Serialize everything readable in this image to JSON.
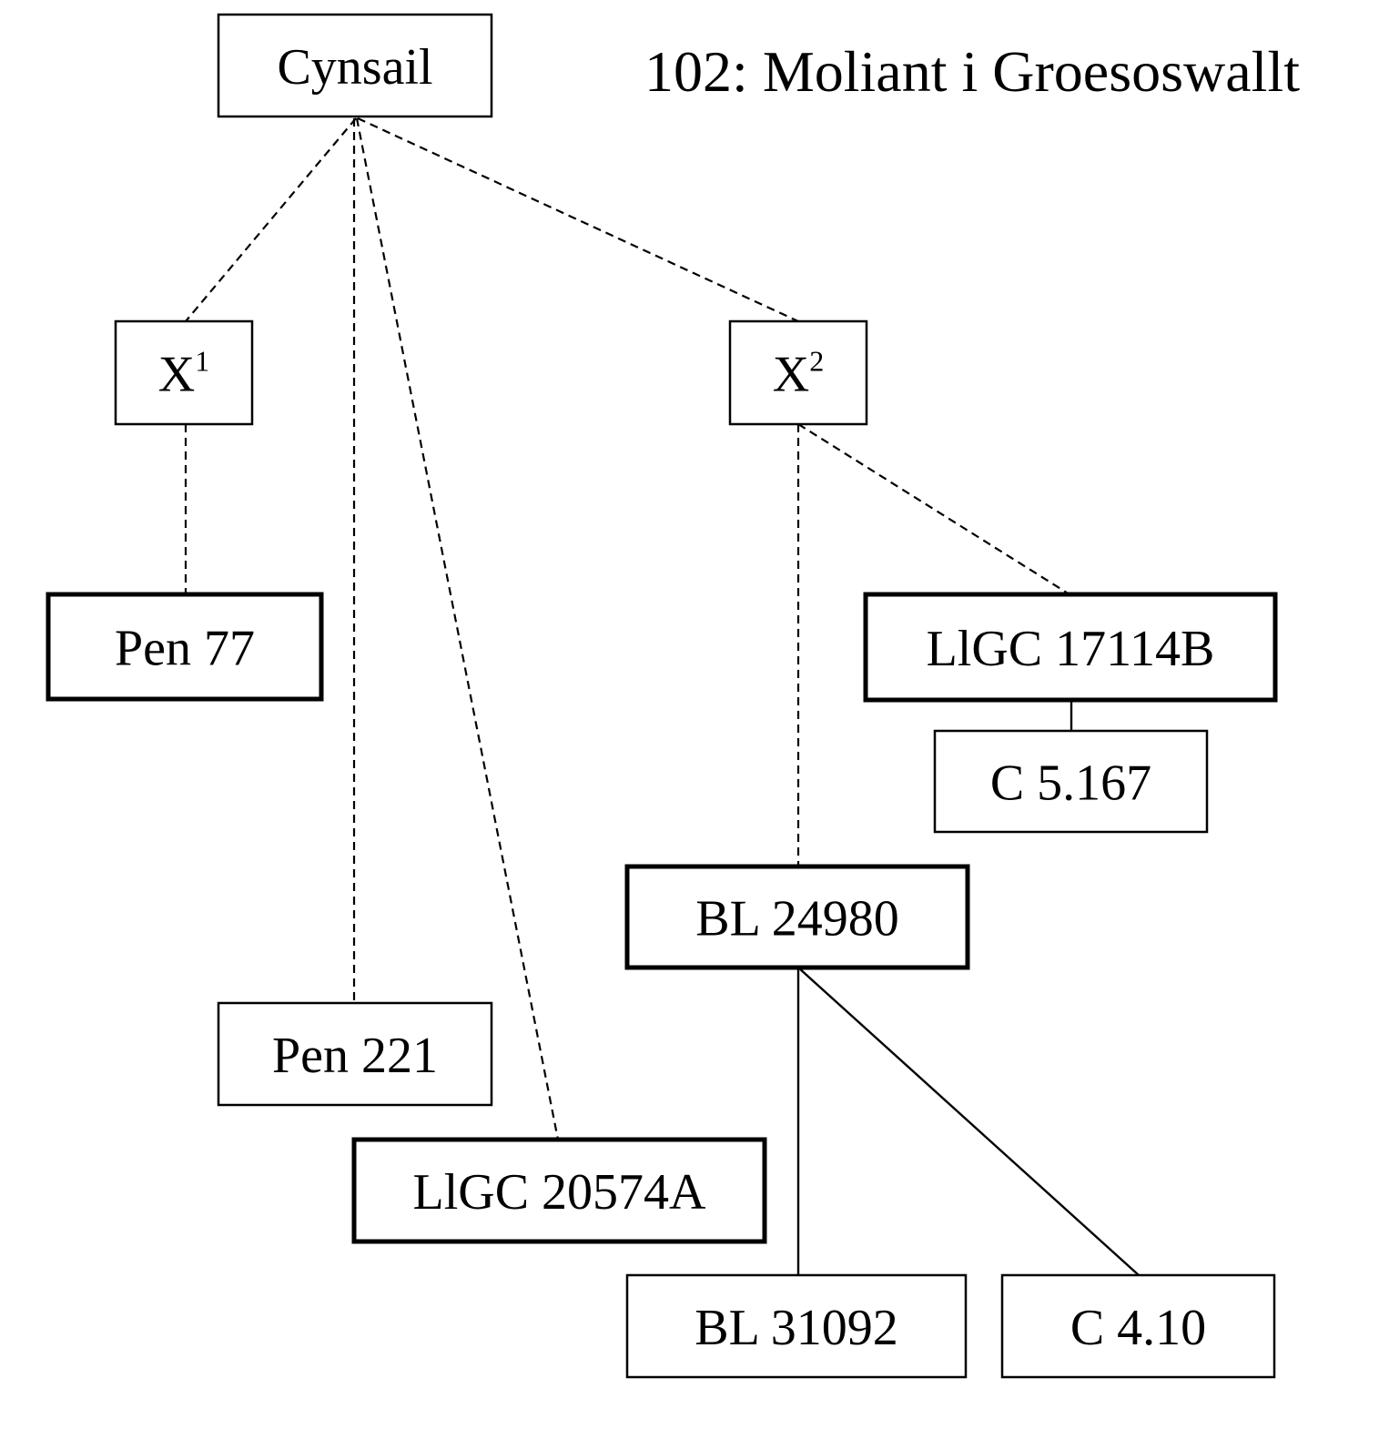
{
  "title": "102: Moliant i Groesoswallt",
  "colors": {
    "stroke": "#000000",
    "background": "#ffffff"
  },
  "nodes": [
    {
      "id": "cynsail",
      "label": "Cynsail",
      "sup": "",
      "style": "normal",
      "kind": "archetype"
    },
    {
      "id": "x1",
      "label": "X",
      "sup": "1",
      "style": "normal",
      "kind": "hypothetical"
    },
    {
      "id": "x2",
      "label": "X",
      "sup": "2",
      "style": "normal",
      "kind": "hypothetical"
    },
    {
      "id": "pen77",
      "label": "Pen 77",
      "sup": "",
      "style": "bold",
      "kind": "manuscript"
    },
    {
      "id": "llgc17114b",
      "label": "LlGC 17114B",
      "sup": "",
      "style": "bold",
      "kind": "manuscript"
    },
    {
      "id": "c5167",
      "label": "C 5.167",
      "sup": "",
      "style": "normal",
      "kind": "manuscript"
    },
    {
      "id": "bl24980",
      "label": "BL 24980",
      "sup": "",
      "style": "bold",
      "kind": "manuscript"
    },
    {
      "id": "pen221",
      "label": "Pen 221",
      "sup": "",
      "style": "normal",
      "kind": "manuscript"
    },
    {
      "id": "llgc20574a",
      "label": "LlGC 20574A",
      "sup": "",
      "style": "bold",
      "kind": "manuscript"
    },
    {
      "id": "bl31092",
      "label": "BL 31092",
      "sup": "",
      "style": "normal",
      "kind": "manuscript"
    },
    {
      "id": "c410",
      "label": "C 4.10",
      "sup": "",
      "style": "normal",
      "kind": "manuscript"
    }
  ],
  "edges": [
    {
      "from": "cynsail",
      "to": "x1",
      "type": "dashed"
    },
    {
      "from": "cynsail",
      "to": "pen221",
      "type": "dashed"
    },
    {
      "from": "cynsail",
      "to": "llgc20574a",
      "type": "dashed"
    },
    {
      "from": "cynsail",
      "to": "x2",
      "type": "dashed"
    },
    {
      "from": "x1",
      "to": "pen77",
      "type": "dashed"
    },
    {
      "from": "x2",
      "to": "bl24980",
      "type": "dashed"
    },
    {
      "from": "x2",
      "to": "llgc17114b",
      "type": "dashed"
    },
    {
      "from": "llgc17114b",
      "to": "c5167",
      "type": "solid"
    },
    {
      "from": "bl24980",
      "to": "bl31092",
      "type": "solid"
    },
    {
      "from": "bl24980",
      "to": "c410",
      "type": "solid"
    }
  ]
}
